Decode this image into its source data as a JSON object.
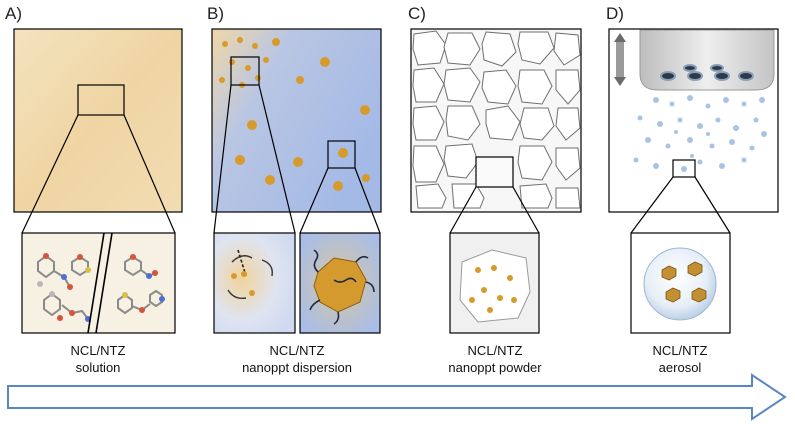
{
  "panels": [
    {
      "letter": "A)",
      "caption_line1": "NCL/NTZ",
      "caption_line2": "solution"
    },
    {
      "letter": "B)",
      "caption_line1": "NCL/NTZ",
      "caption_line2": "nanoppt dispersion"
    },
    {
      "letter": "C)",
      "caption_line1": "NCL/NTZ",
      "caption_line2": "nanoppt powder"
    },
    {
      "letter": "D)",
      "caption_line1": "NCL/NTZ",
      "caption_line2": "aerosol"
    }
  ],
  "colors": {
    "solution_fill": "#f1dcb0",
    "dispersion_fill": "#a9bde6",
    "particle": "#d79b2c",
    "arrow_outline": "#5b86c4",
    "droplet": "#a8c4e4"
  }
}
